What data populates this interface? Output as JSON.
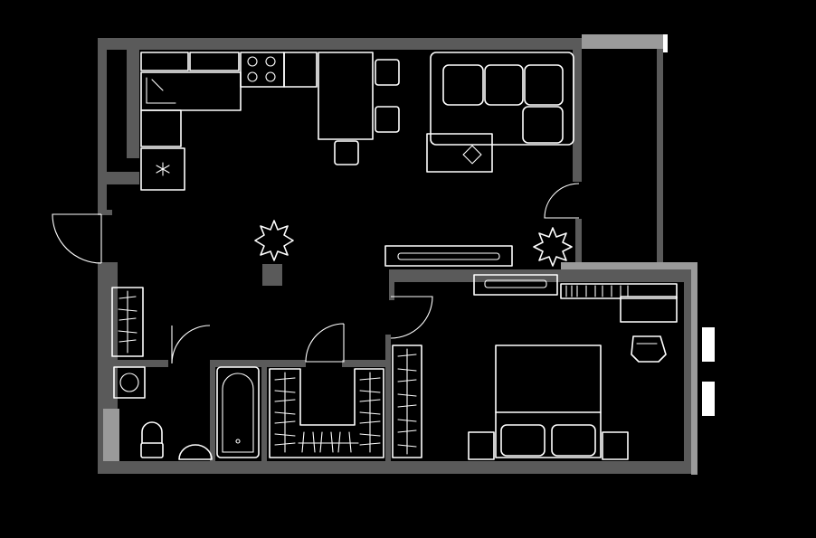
{
  "plan": {
    "type": "apartment-floor-plan",
    "rooms": [
      "kitchen-living",
      "hallway",
      "bathroom",
      "wardrobe",
      "bedroom",
      "balcony"
    ],
    "colors": {
      "background": "#000000",
      "wall": "#5a5a5a",
      "wall_light": "#9a9a9a",
      "fixture": "#ffffff"
    }
  }
}
